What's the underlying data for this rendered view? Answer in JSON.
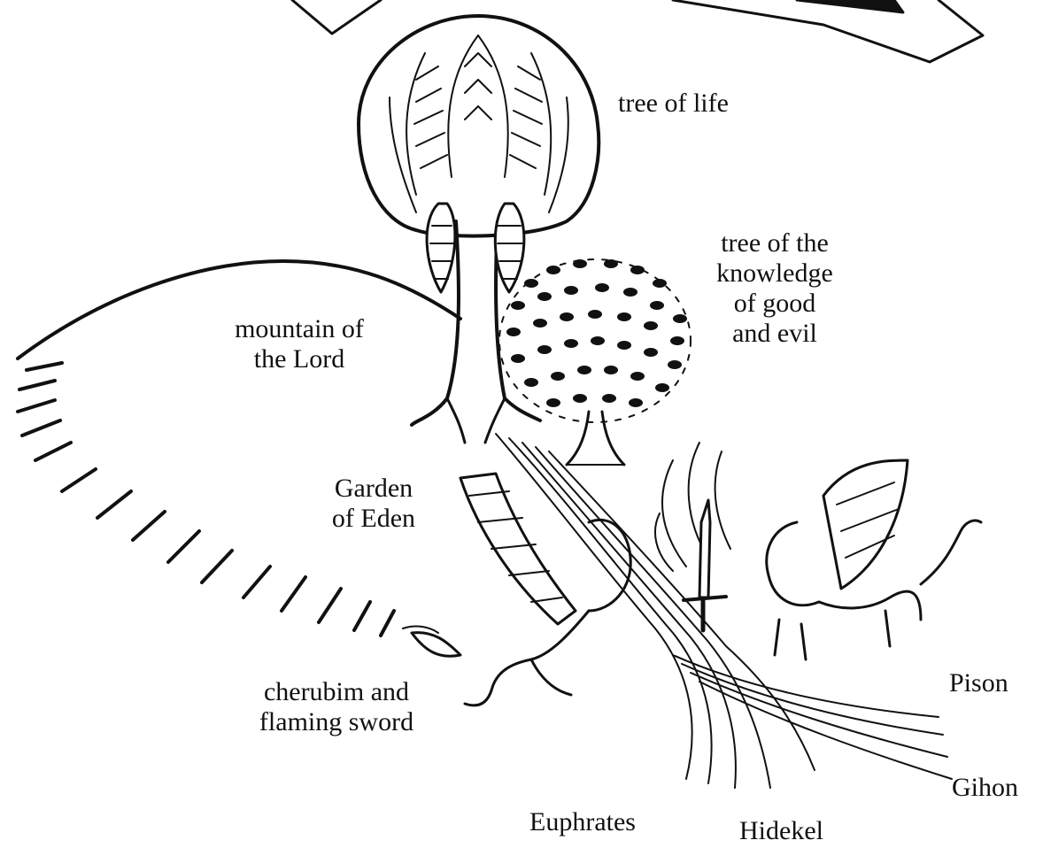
{
  "labels": {
    "tree_of_life": "tree of life",
    "tree_of_knowledge": [
      "tree of the",
      "knowledge",
      "of good",
      "and evil"
    ],
    "mountain": [
      "mountain of",
      "the Lord"
    ],
    "garden": [
      "Garden",
      "of Eden"
    ],
    "cherubim": [
      "cherubim and",
      "flaming sword"
    ],
    "rivers": {
      "pison": "Pison",
      "gihon": "Gihon",
      "euphrates": "Euphrates",
      "hidekel": "Hidekel"
    }
  },
  "colors": {
    "ink": "#111111",
    "paper": "#ffffff"
  }
}
